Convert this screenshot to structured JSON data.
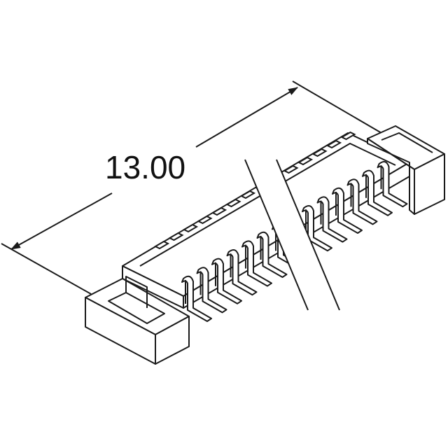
{
  "dimension": {
    "value": "13.00"
  },
  "part": {
    "pin_count_front": 14,
    "pin_count_back_slots": 14
  },
  "colors": {
    "line": "#1a1a1a",
    "fill": "#ffffff",
    "background": "#ffffff"
  }
}
